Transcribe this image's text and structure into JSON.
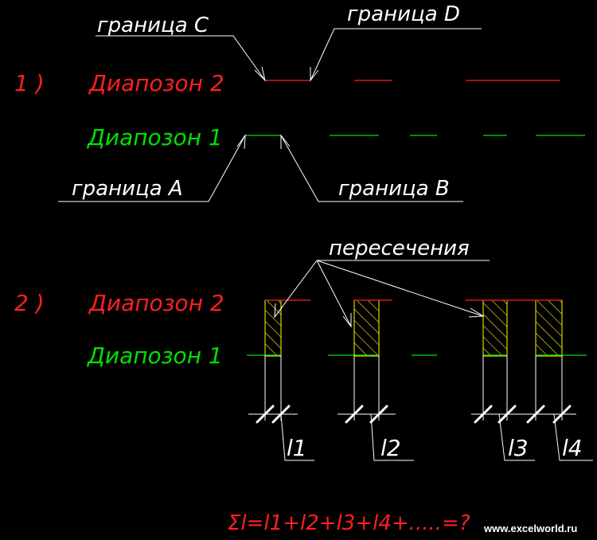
{
  "labels": {
    "border_c": "граница C",
    "border_d": "граница D",
    "border_a": "граница A",
    "border_b": "граница B",
    "case1": "1 )",
    "case2": "2 )",
    "range2_top": "Диапозон 2",
    "range1_top": "Диапозон 1",
    "range2_bottom": "Диапозон 2",
    "range1_bottom": "Диапозон 1",
    "intersections": "пересечения",
    "l1": "l1",
    "l2": "l2",
    "l3": "l3",
    "l4": "l4",
    "formula": "Σl=l1+l2+l3+l4+.....=?",
    "watermark": "www.excelworld.ru"
  },
  "colors": {
    "background": "#000000",
    "range2": "#ff0000",
    "range1": "#00ff00",
    "annotation": "#ffffff",
    "hatch": "#ffff00"
  }
}
